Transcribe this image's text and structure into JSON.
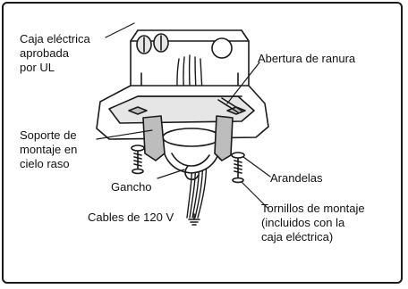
{
  "labels": {
    "caja": [
      "Caja eléctrica",
      "aprobada",
      "por UL"
    ],
    "abertura": "Abertura de ranura",
    "soporte": [
      "Soporte de",
      "montaje en",
      "cielo raso"
    ],
    "arandelas": "Arandelas",
    "gancho": "Gancho",
    "tornillos": [
      "Tornillos de montaje",
      "(incluidos con la",
      "caja eléctrica)"
    ],
    "cables": "Cables de 120 V"
  },
  "colors": {
    "line": "#1a1a1a",
    "shade": "#bdbdbd",
    "light": "#e6e6e6"
  }
}
